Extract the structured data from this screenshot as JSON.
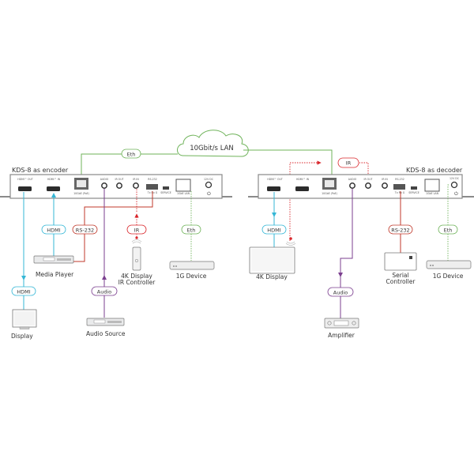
{
  "lan": {
    "label": "10Gbit/s LAN"
  },
  "encoder": {
    "title": "KDS-8 as encoder",
    "ports": {
      "hdmi_out": "HDMI™ OUT",
      "hdmi_in": "HDMI™ IN",
      "poe": "10GbE (PoE)",
      "audio": "AUDIO",
      "ir_out": "IR OUT",
      "ir_in": "IR IN",
      "rs232": "RS-232",
      "rs232_pins": "Tx Rx G",
      "service": "SERVICE",
      "lan": "1GbE LAN",
      "dc": "12V DC"
    }
  },
  "decoder": {
    "title": "KDS-8 as decoder",
    "ports": {
      "hdmi_out": "HDMI™ OUT",
      "hdmi_in": "HDMI™ IN",
      "poe": "10GbE (PoE)",
      "audio": "AUDIO",
      "ir_out": "IR OUT",
      "ir_in": "IR IN",
      "rs232": "RS-232",
      "rs232_pins": "Tx Rx G",
      "service": "SERVICE",
      "lan": "1GbE LAN",
      "dc": "12V DC"
    }
  },
  "tags": {
    "eth": "Eth",
    "ir": "IR",
    "hdmi": "HDMI",
    "rs232": "RS-232",
    "audio": "Audio"
  },
  "devices": {
    "display": "Display",
    "media_player": "Media Player",
    "audio_source": "Audio Source",
    "ir_controller_line1": "4K Display",
    "ir_controller_line2": "IR Controller",
    "enc_1g_device": "1G Device",
    "display_4k": "4K Display",
    "amplifier": "Amplifier",
    "serial_line1": "Serial",
    "serial_line2": "Controller",
    "dec_1g_device": "1G Device"
  },
  "colors": {
    "hdmi": "#35b7d6",
    "rs232": "#c0392b",
    "ir": "#d9262b",
    "audio": "#7b3f8f",
    "eth": "#6fb35a",
    "device_fill": "#e9eaeb",
    "device_stroke": "#777777"
  }
}
